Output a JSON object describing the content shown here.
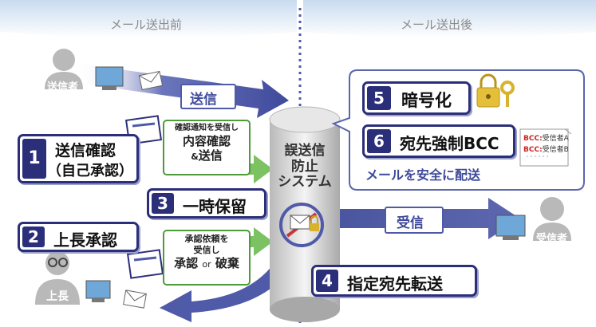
{
  "sections": {
    "before_title": "メール送出前",
    "after_title": "メール送出後"
  },
  "actors": {
    "sender": "送信者",
    "supervisor": "上長",
    "receiver": "受信者"
  },
  "arrows": {
    "send": "送信",
    "receive": "受信"
  },
  "steps": [
    {
      "num": "1",
      "label_line1": "送信確認",
      "label_line2": "（自己承認）"
    },
    {
      "num": "2",
      "label": "上長承認"
    },
    {
      "num": "3",
      "label": "一時保留"
    },
    {
      "num": "4",
      "label": "指定宛先転送"
    },
    {
      "num": "5",
      "label": "暗号化"
    },
    {
      "num": "6",
      "label": "宛先強制BCC"
    }
  ],
  "notices": {
    "confirm_line1": "確認通知を受信し",
    "confirm_line2": "内容確認",
    "confirm_line3_amp": "&",
    "confirm_line3": "送信",
    "approve_line1": "承認依頼を",
    "approve_line2": "受信し",
    "approve_line3a": "承認",
    "approve_line3_or": "or",
    "approve_line3b": "破棄"
  },
  "system": {
    "line1": "誤送信",
    "line2": "防止",
    "line3": "システム"
  },
  "secure_delivery": "メールを安全に配送",
  "bcc_list": {
    "row1_tag": "BCC:",
    "row1_name": "受信者A",
    "row2_tag": "BCC:",
    "row2_name": "受信者B"
  },
  "colors": {
    "step_navy": "#2b2f7a",
    "flow_arrow": "#4f5aa8",
    "notice_green": "#4e9b3a",
    "section_bg": "#dfe9f5"
  }
}
